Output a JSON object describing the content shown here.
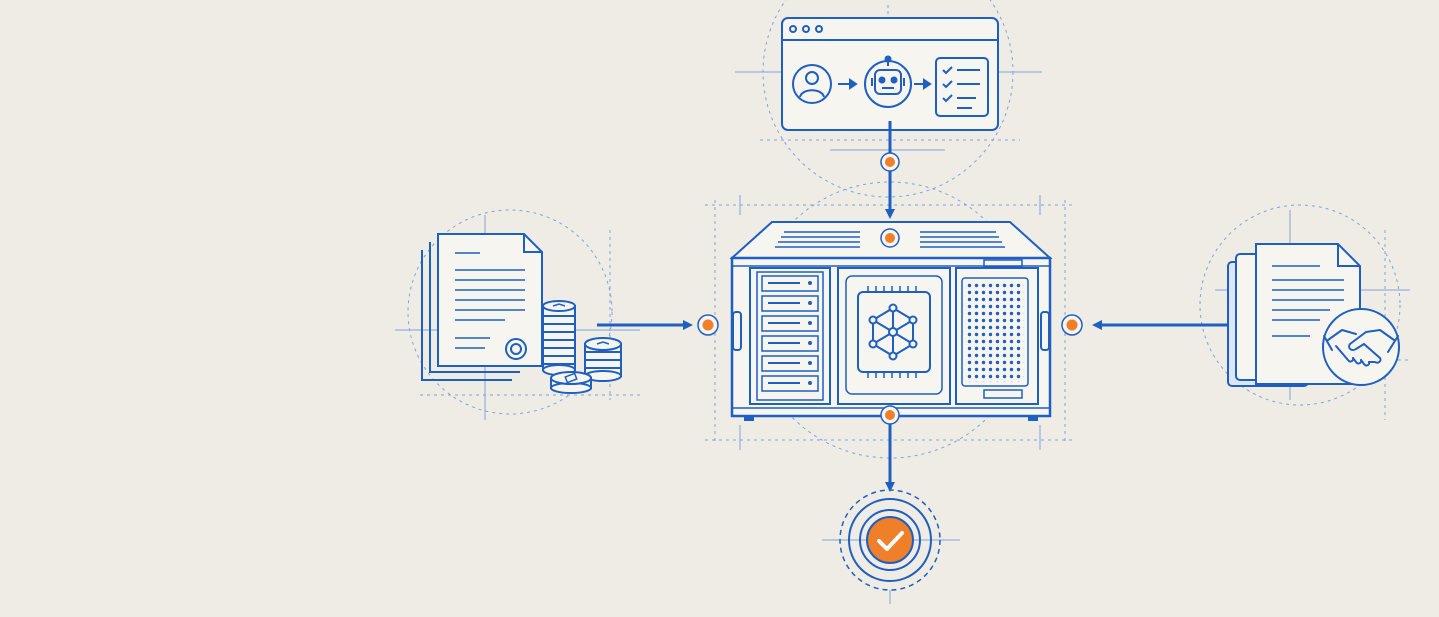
{
  "colors": {
    "background": "#efece6",
    "line": "#1f5fbf",
    "line_light": "#7fa3d9",
    "accent": "#f07f2a",
    "panel": "#f7f5f0"
  },
  "diagram": {
    "nodes": [
      {
        "id": "automation-window",
        "icons": [
          "user-icon",
          "robot-icon",
          "checklist-icon"
        ]
      },
      {
        "id": "central-server",
        "icons": [
          "server-rack-icon",
          "network-chip-icon",
          "vent-grille-icon"
        ]
      },
      {
        "id": "finance-documents",
        "icons": [
          "document-stack-icon",
          "seal-icon",
          "coin-stack-icon"
        ]
      },
      {
        "id": "agreement-documents",
        "icons": [
          "document-stack-icon",
          "handshake-icon"
        ]
      },
      {
        "id": "completion",
        "icons": [
          "check-icon"
        ]
      }
    ],
    "edges": [
      {
        "from": "automation-window",
        "to": "central-server"
      },
      {
        "from": "finance-documents",
        "to": "central-server"
      },
      {
        "from": "agreement-documents",
        "to": "central-server"
      },
      {
        "from": "central-server",
        "to": "completion"
      }
    ]
  }
}
